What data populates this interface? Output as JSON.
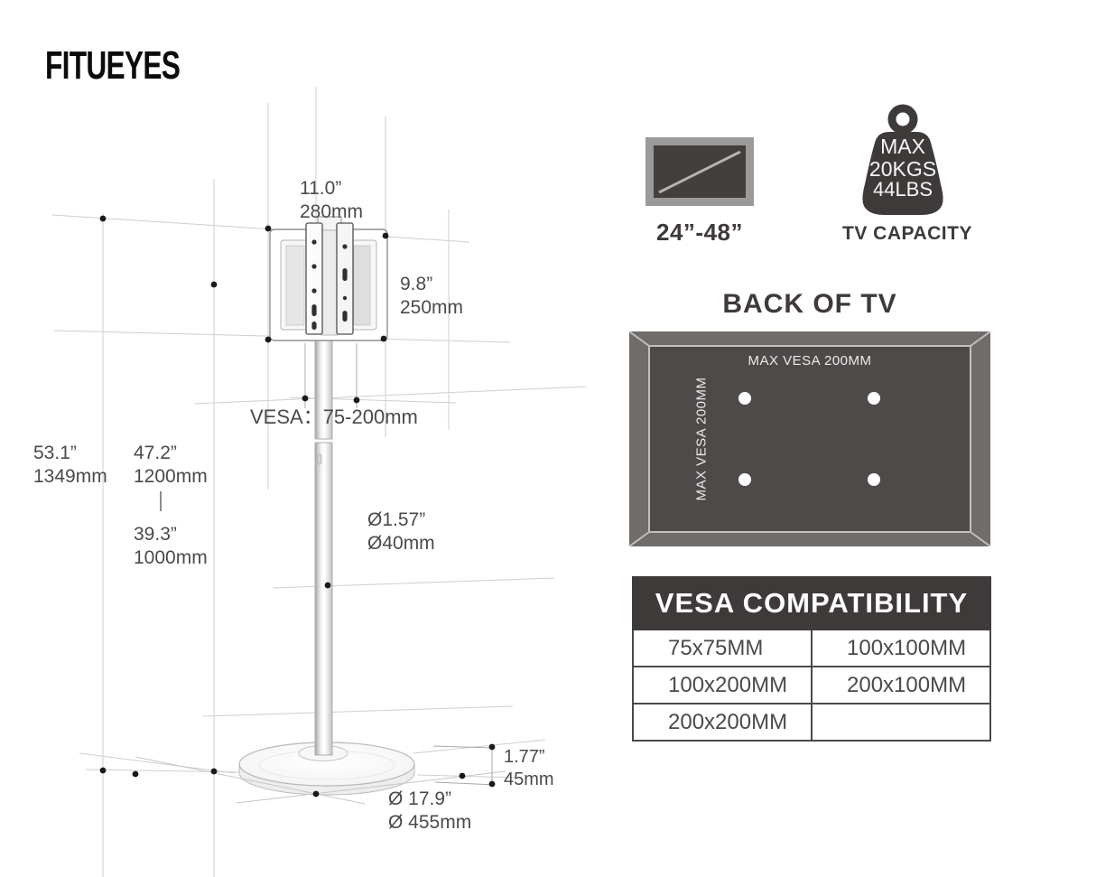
{
  "brand": {
    "logo": "FITUEYES"
  },
  "diagram": {
    "labels": {
      "mount_width": {
        "inches": "11.0”",
        "mm": "280mm"
      },
      "mount_height": {
        "inches": "9.8”",
        "mm": "250mm"
      },
      "vesa_range": "VESA：75-200mm",
      "total_height": {
        "inches": "53.1”",
        "mm": "1349mm"
      },
      "max_height": {
        "inches": "47.2”",
        "mm": "1200mm"
      },
      "min_height": {
        "inches": "39.3”",
        "mm": "1000mm"
      },
      "pole_diameter": {
        "inches": "Ø1.57”",
        "mm": "Ø40mm"
      },
      "base_thickness": {
        "inches": "1.77”",
        "mm": "45mm"
      },
      "base_diameter": {
        "inches": "Ø 17.9”",
        "mm": "Ø 455mm"
      }
    }
  },
  "capacity": {
    "tv_size": "24”-48”",
    "weight_line1": "MAX",
    "weight_line2": "20KGS",
    "weight_line3": "44LBS",
    "caption": "TV CAPACITY"
  },
  "back_of_tv": {
    "title": "BACK OF TV",
    "horizontal_label": "MAX VESA 200MM",
    "vertical_label": "MAX VESA 200MM"
  },
  "vesa_table": {
    "title": "VESA COMPATIBILITY",
    "rows": [
      [
        "75x75MM",
        "100x100MM"
      ],
      [
        "100x200MM",
        "200x100MM"
      ],
      [
        "200x200MM",
        ""
      ]
    ]
  },
  "colors": {
    "ink": "#3e3a39",
    "panel_outer": "#706c6a",
    "panel_inner": "#4e4a49",
    "table_border": "#4a4a4a",
    "dimension_text": "#4a4a4a"
  }
}
